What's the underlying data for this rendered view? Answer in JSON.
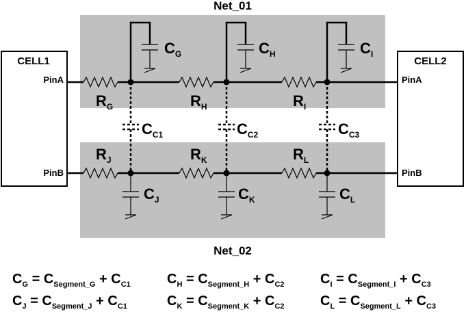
{
  "nets": {
    "top": "Net_01",
    "bottom": "Net_02"
  },
  "cells": {
    "left": {
      "name": "CELL1",
      "pin_a": "PinA",
      "pin_b": "PinB"
    },
    "right": {
      "name": "CELL2",
      "pin_a": "PinA",
      "pin_b": "PinB"
    }
  },
  "labels": {
    "main": "C",
    "resistor_main": "R",
    "cg_sub": "G",
    "ch_sub": "H",
    "ci_sub": "I",
    "cj_sub": "J",
    "ck_sub": "K",
    "cl_sub": "L",
    "rg_sub": "G",
    "rh_sub": "H",
    "ri_sub": "I",
    "rj_sub": "J",
    "rk_sub": "K",
    "rl_sub": "L",
    "cc1_sub": "C1",
    "cc2_sub": "C2",
    "cc3_sub": "C3"
  },
  "equations": {
    "eq": "=",
    "plus": "+",
    "row1": [
      {
        "lhs_sub": "G",
        "seg_sub": "Segment_G",
        "cc_sub": "C1"
      },
      {
        "lhs_sub": "H",
        "seg_sub": "Segment_H",
        "cc_sub": "C2"
      },
      {
        "lhs_sub": "I",
        "seg_sub": "Segment_I",
        "cc_sub": "C3"
      }
    ],
    "row2": [
      {
        "lhs_sub": "J",
        "seg_sub": "Segment_J",
        "cc_sub": "C1"
      },
      {
        "lhs_sub": "K",
        "seg_sub": "Segment_K",
        "cc_sub": "C2"
      },
      {
        "lhs_sub": "L",
        "seg_sub": "Segment_L",
        "cc_sub": "C3"
      }
    ]
  }
}
